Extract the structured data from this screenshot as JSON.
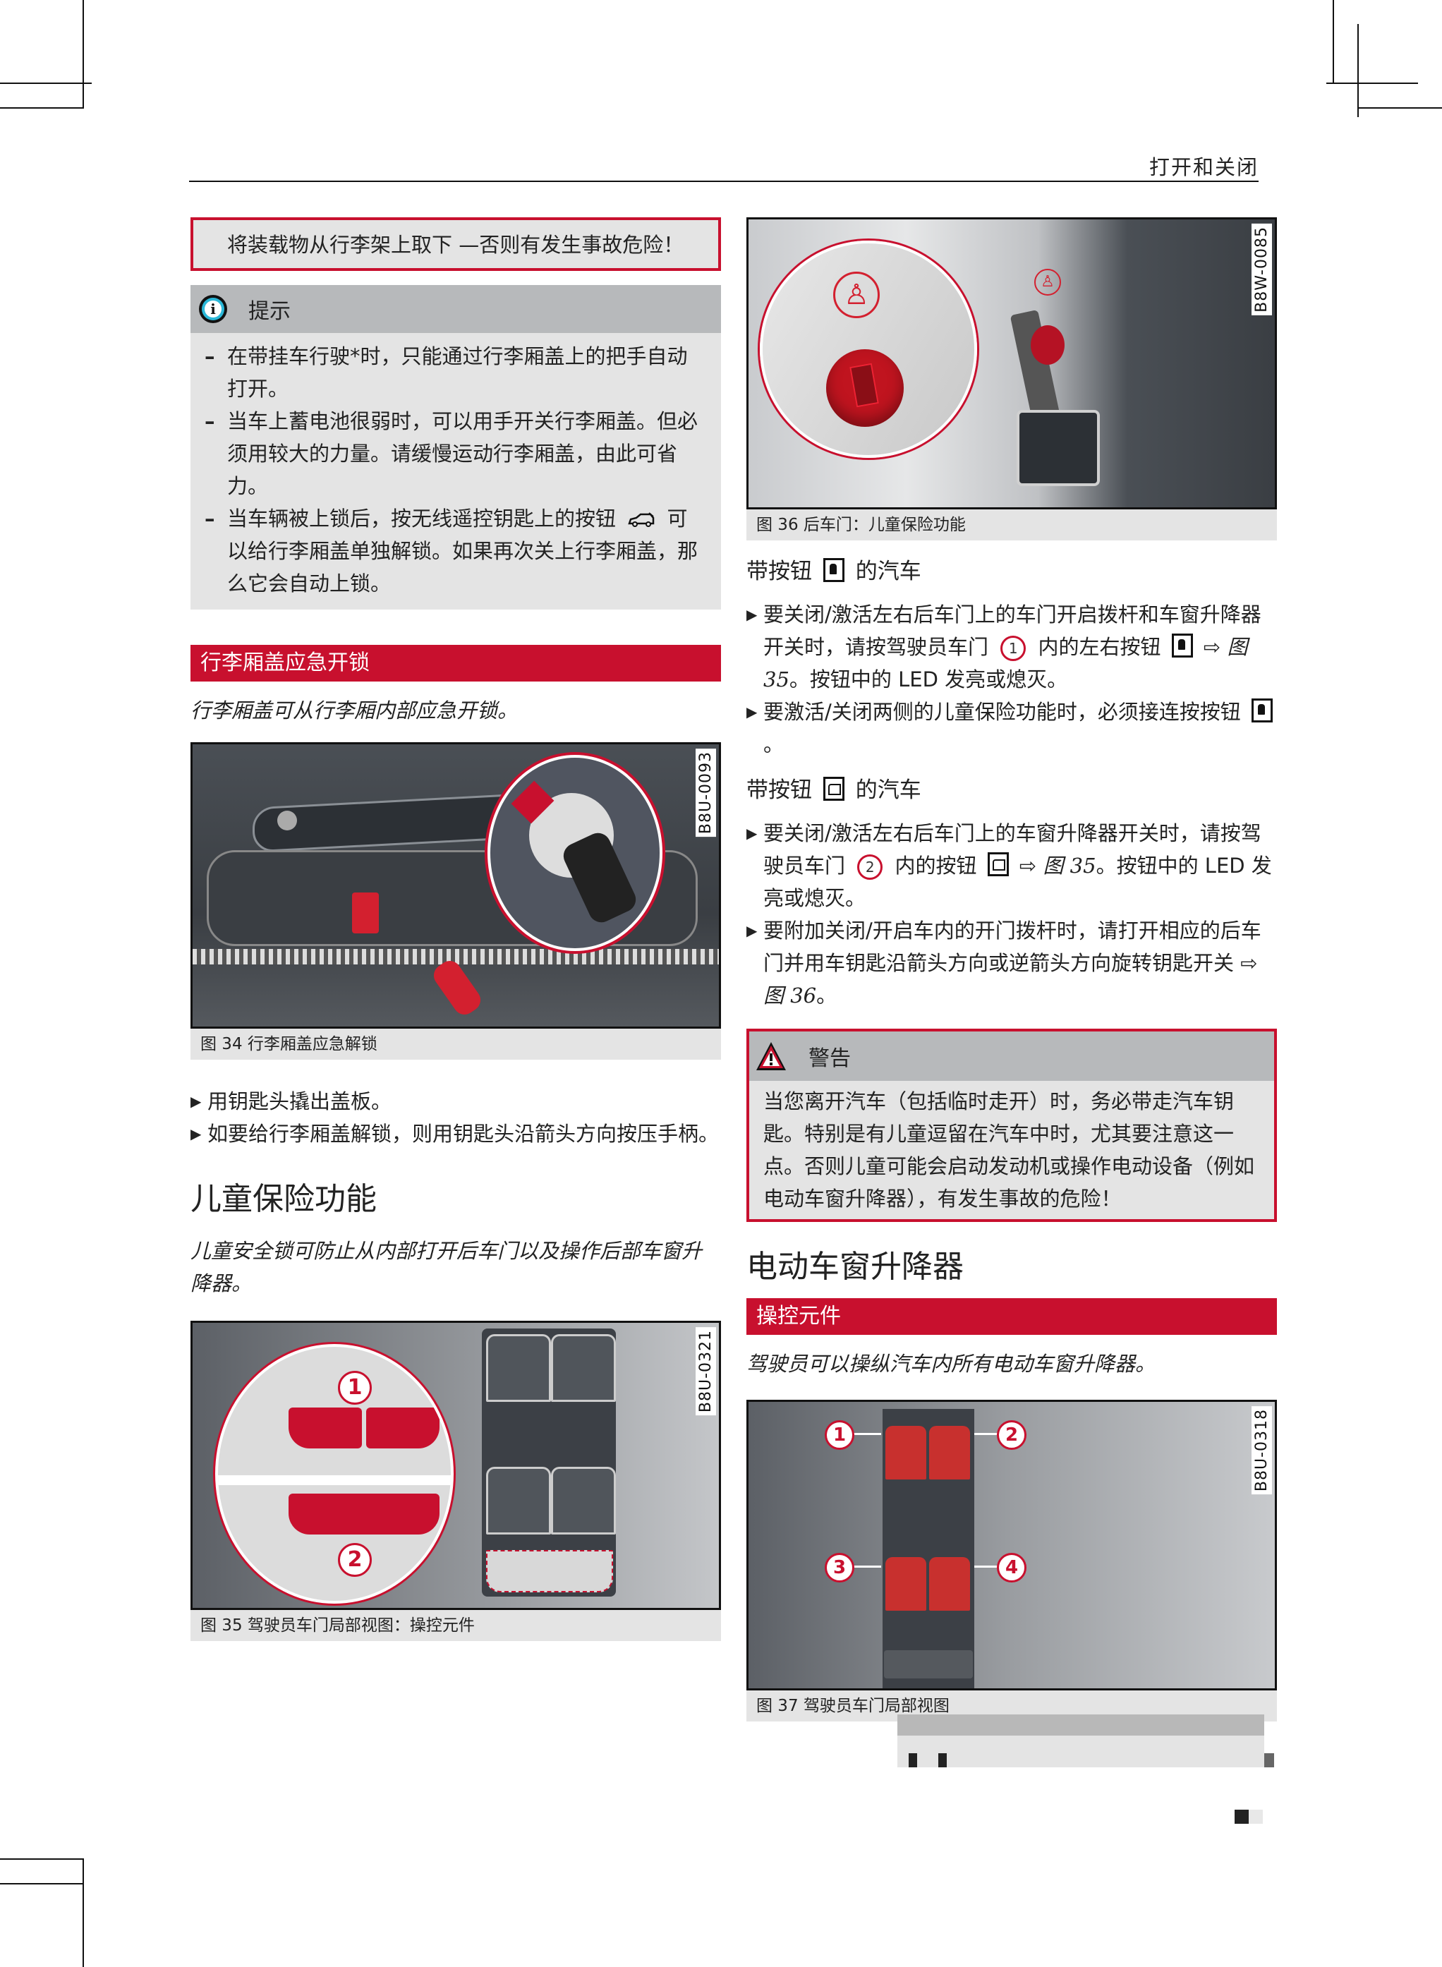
{
  "header": {
    "section_title": "打开和关闭"
  },
  "left": {
    "warning_tail": "将装载物从行李架上取下 —否则有发生事故危险！",
    "notice": {
      "icon": "info-icon",
      "title": "提示",
      "items": [
        "在带挂车行驶*时，只能通过行李厢盖上的把手自动打开。",
        "当车上蓄电池很弱时，可以用手开关行李厢盖。但必须用较大的力量。请缓慢运动行李厢盖，由此可省力。",
        "当车辆被上锁后，按无线遥控钥匙上的按钮 ⛍ 可以给行李厢盖单独解锁。如果再次关上行李厢盖，那么它会自动上锁。"
      ],
      "item3_part1": "当车辆被上锁后，按无线遥控钥匙上的按钮",
      "item3_icon": "trunk-icon",
      "item3_part2": "可以给行李厢盖单独解锁。如果再次关上行李厢盖，那么它会自动上锁。"
    },
    "emergency": {
      "bar_title": "行李厢盖应急开锁",
      "lead": "行李厢盖可从行李厢内部应急开锁。",
      "figure": {
        "code": "B8U-0093",
        "caption": "图 34  行李厢盖应急解锁"
      },
      "steps": [
        "用钥匙头撬出盖板。",
        "如要给行李厢盖解锁，则用钥匙头沿箭头方向按压手柄。"
      ]
    },
    "child_safety": {
      "heading": "儿童保险功能",
      "lead": "儿童安全锁可防止从内部打开后车门以及操作后部车窗升降器。",
      "figure": {
        "code": "B8U-0321",
        "caption": "图 35  驾驶员车门局部视图：操控元件",
        "callouts": [
          "1",
          "2"
        ]
      }
    }
  },
  "right": {
    "figure36": {
      "code": "B8W-0085",
      "caption": "图 36  后车门：儿童保险功能"
    },
    "child_button": {
      "heading_pre": "带按钮",
      "heading_post": "的汽车",
      "icon": "child-lock-icon",
      "b1_part1": "要关闭/激活左右后车门上的车门开启拨杆和车窗升降器开关时，请按驾驶员车门",
      "b1_callout": "1",
      "b1_part2": "内的左右按钮",
      "b1_ref": "图 35",
      "b1_part3": "。按钮中的 LED 发亮或熄灭。",
      "b2_part1": "要激活/关闭两侧的儿童保险功能时，必须接连按按钮",
      "b2_part2": "。"
    },
    "window_button": {
      "heading_pre": "带按钮",
      "heading_post": "的汽车",
      "icon": "window-lock-icon",
      "b1_part1": "要关闭/激活左右后车门上的车窗升降器开关时，请按驾驶员车门",
      "b1_callout": "2",
      "b1_part2": "内的按钮",
      "b1_ref": "图 35",
      "b1_part3": "。按钮中的 LED 发亮或熄灭。",
      "b2_part1": "要附加关闭/开启车内的开门拨杆时，请打开相应的后车门并用车钥匙沿箭头方向或逆箭头方向旋转钥匙开关",
      "b2_ref": "图 36",
      "b2_part2": "。"
    },
    "warning": {
      "icon": "warning-triangle-icon",
      "title": "警告",
      "text": "当您离开汽车（包括临时走开）时，务必带走汽车钥匙。特别是有儿童逗留在汽车中时，尤其要注意这一点。否则儿童可能会启动发动机或操作电动设备（例如电动车窗升降器），有发生事故的危险！"
    },
    "power_windows": {
      "heading": "电动车窗升降器",
      "bar_title": "操控元件",
      "lead": "驾驶员可以操纵汽车内所有电动车窗升降器。",
      "figure": {
        "code": "B8U-0318",
        "caption": "图 37  驾驶员车门局部视图",
        "callouts": [
          "1",
          "2",
          "3",
          "4"
        ]
      }
    }
  },
  "colors": {
    "accent_red": "#c8102e",
    "box_gray": "#e4e4e4",
    "head_gray": "#b7b9bb"
  },
  "arrow_glyph": "⇨"
}
